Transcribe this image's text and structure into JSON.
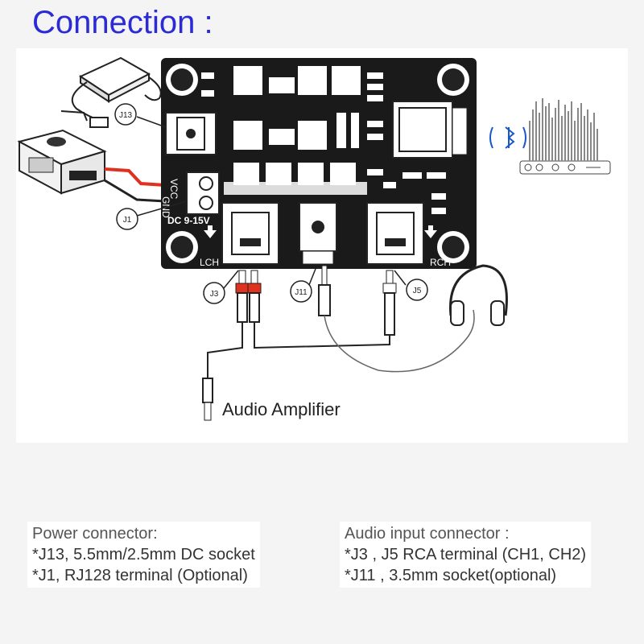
{
  "title": "Connection :",
  "board": {
    "labels": {
      "vcc": "VCC",
      "gnd": "GND",
      "dc_range": "DC 9-15V",
      "lch": "LCH",
      "rch": "RCH"
    }
  },
  "callouts": {
    "j13": "J13",
    "j1": "J1",
    "j3": "J3",
    "j11": "J11",
    "j5": "J5"
  },
  "amp_label": "Audio Amplifier",
  "notes_left": {
    "heading": "Power connector:",
    "line1": "*J13, 5.5mm/2.5mm DC socket",
    "line2": "*J1, RJ128 terminal (Optional)"
  },
  "notes_right": {
    "heading": "Audio input connector :",
    "line1": "*J3 , J5 RCA terminal (CH1, CH2)",
    "line2": "*J11 , 3.5mm socket(optional)"
  },
  "colors": {
    "title": "#2b2bd6",
    "board": "#1a1a1a",
    "wire_red": "#e0301e",
    "bluetooth": "#1a56c8"
  },
  "icons": [
    "bluetooth-icon",
    "speaker-spectrum-icon",
    "headphones-icon",
    "power-adapter-icon",
    "power-supply-icon"
  ]
}
